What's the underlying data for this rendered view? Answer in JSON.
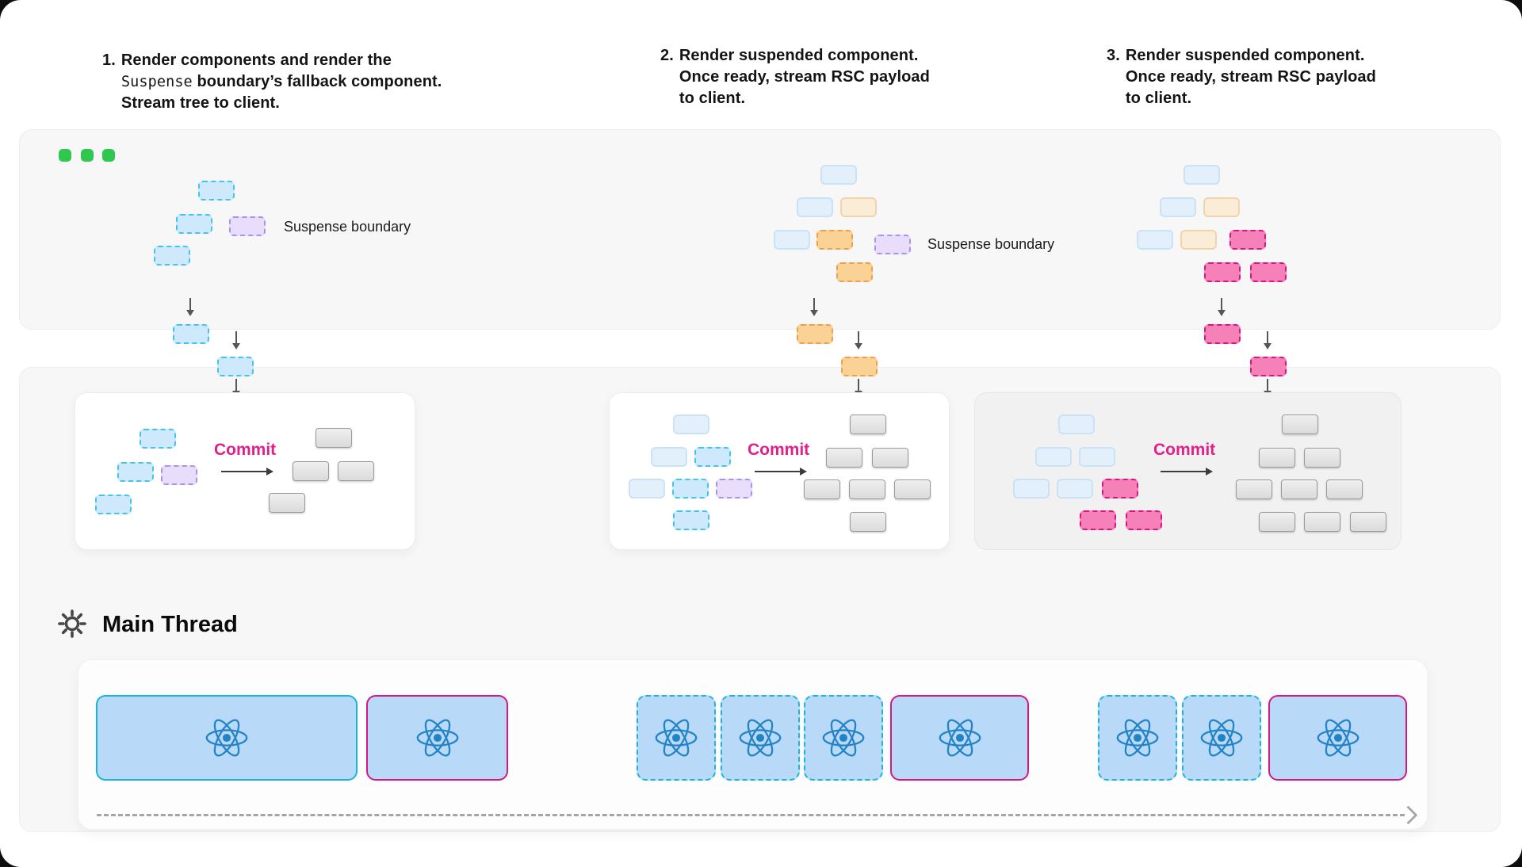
{
  "steps": [
    {
      "number": "1.",
      "line1": "Render components and render the",
      "code": "Suspense",
      "line2_rest": " boundary’s fallback component.",
      "line3": "Stream tree to client."
    },
    {
      "number": "2.",
      "line1": "Render suspended component.",
      "line2": "Once ready, stream RSC payload",
      "line3": "to client."
    },
    {
      "number": "3.",
      "line1": "Render suspended component.",
      "line2": "Once ready, stream RSC payload",
      "line3": "to client."
    }
  ],
  "diagram": {
    "suspense_labels": [
      "Suspense boundary",
      "Suspense boundary"
    ],
    "commit_labels": [
      "Commit",
      "Commit",
      "Commit"
    ]
  },
  "main_thread": {
    "title": "Main Thread"
  },
  "icons": {
    "gear_icon": "⚙",
    "react_logo_icon": "react-atom",
    "arrow_down_icon": "↓",
    "commit_arrow_icon": "→",
    "timeline_arrow_icon": "❯",
    "window_dot_icon": "■"
  },
  "colors": {
    "text_dark": "#141414",
    "panel_bg": "#f7f7f8",
    "pending_card_bg": "#f1f1f2",
    "green_dot": "#2fc84e",
    "blue_fill": "#cfe9fc",
    "blue_border": "#45c4e9",
    "blue_faded_fill": "#e3f0fc",
    "blue_faded_border": "#c9e2f6",
    "purple_fill": "#e8ddfb",
    "purple_border": "#ab90f0",
    "orange_fill": "#fad296",
    "orange_border": "#e9a24b",
    "orange_faded_fill": "#faecd6",
    "orange_faded_border": "#f0d5a9",
    "pink_fill": "#f680b8",
    "pink_border": "#d6177f",
    "gray_border": "#9a9a9a",
    "accent_pink": "#e0218a",
    "arrow_gray": "#565656",
    "timeline_gray": "#a5a5a5",
    "mt_box_fill": "#b9d9f8",
    "mt_cyan_border": "#17b7d9",
    "react_blue": "#2383c5"
  }
}
